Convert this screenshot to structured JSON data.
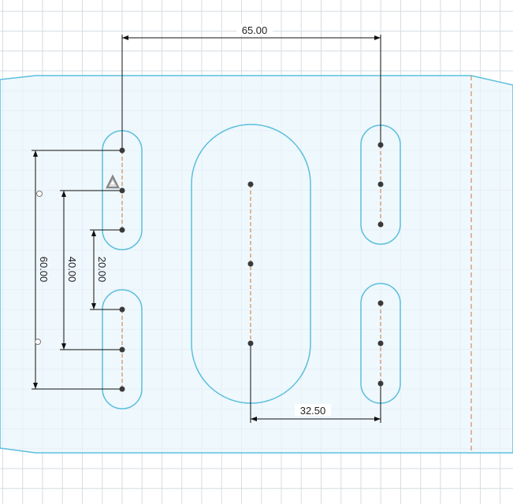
{
  "sketch": {
    "dimensions": {
      "top_width": "65.00",
      "bottom_offset": "32.50",
      "outer_vertical": "60.00",
      "middle_vertical": "40.00",
      "inner_vertical": "20.00"
    },
    "colors": {
      "profile_stroke": "#5bbfdc",
      "profile_fill": "#eaf6fc",
      "construction_line": "#d28a5a",
      "grid": "#d6dde2",
      "dimension": "#111111",
      "point": "#3a3a3a"
    },
    "icons": [
      "symmetric-constraint-icon",
      "coincident-constraint-icon"
    ]
  }
}
